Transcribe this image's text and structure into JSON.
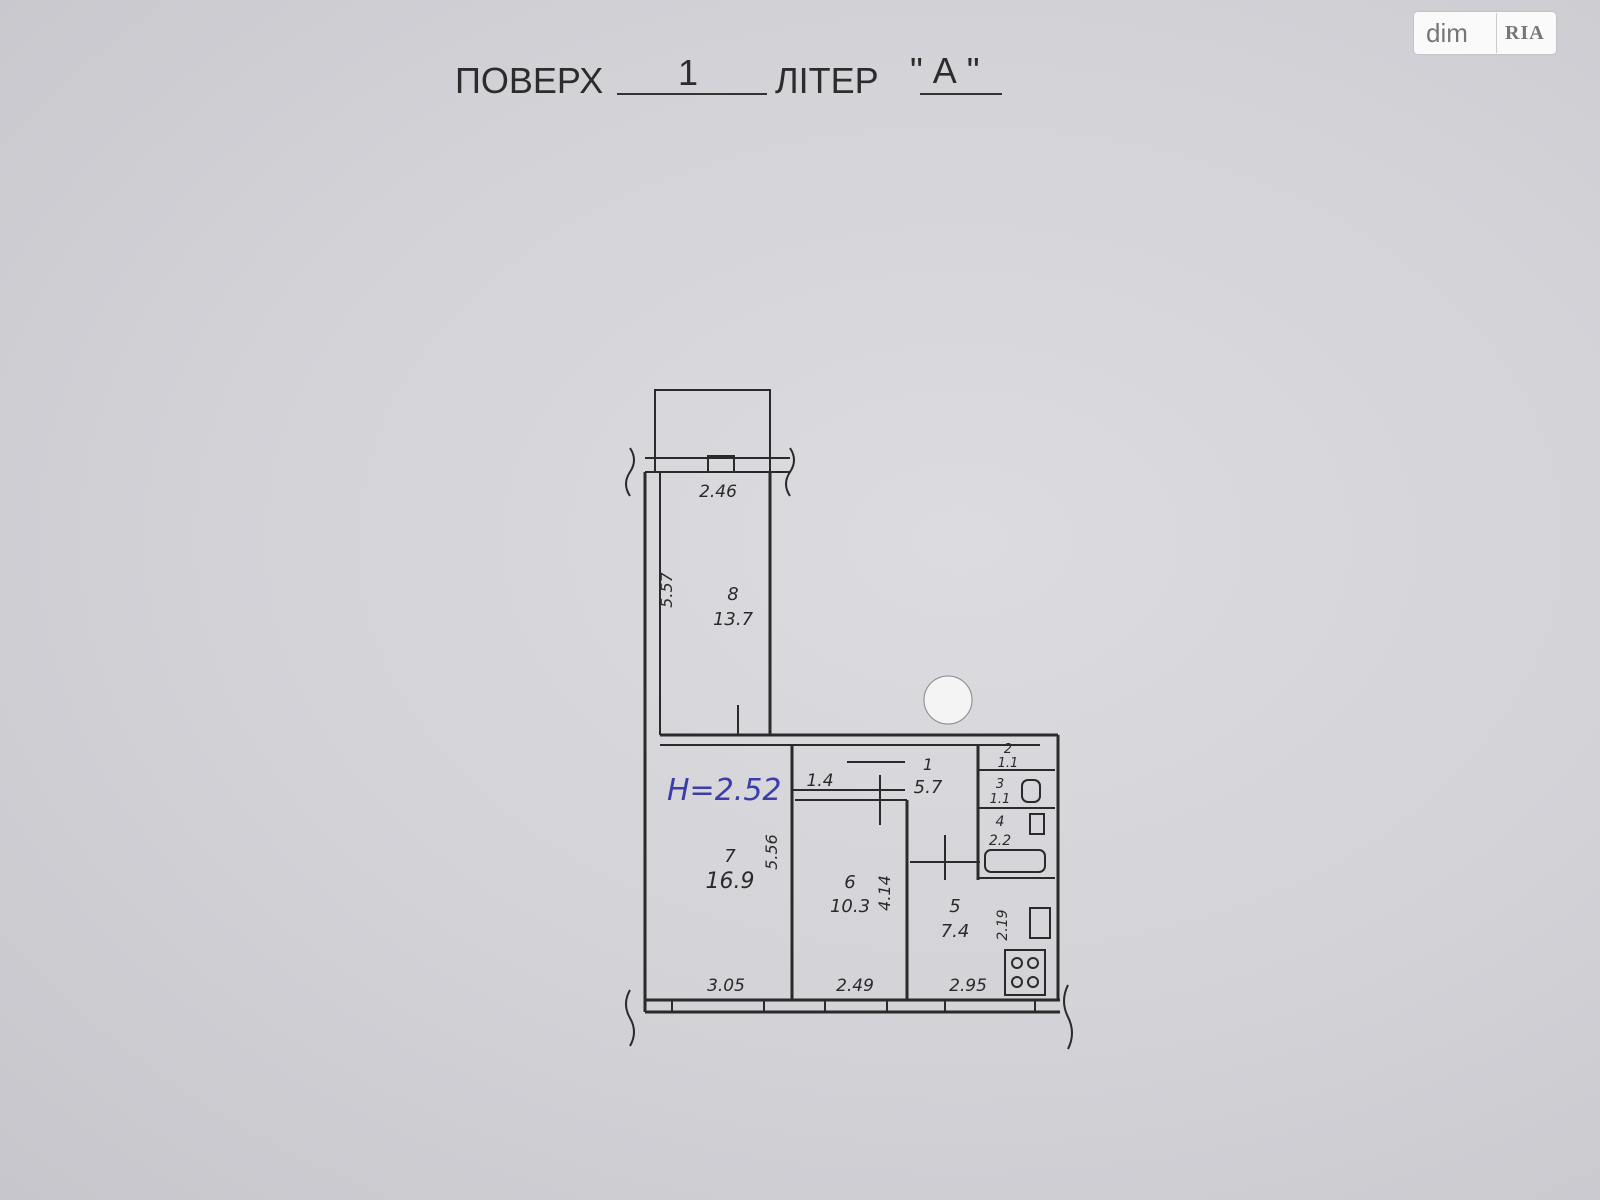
{
  "header": {
    "floor_label": "ПОВЕРХ",
    "floor_value": "1",
    "litera_label": "ЛІТЕР",
    "litera_value": "\" А \""
  },
  "watermark": {
    "left": "dim",
    "right": "RIA"
  },
  "plan": {
    "ceiling_height": "H=2.52",
    "rooms": [
      {
        "number": "8",
        "area": "13.7"
      },
      {
        "number": "7",
        "area": "16.9"
      },
      {
        "number": "6",
        "area": "10.3"
      },
      {
        "number": "5",
        "area": "7.4"
      },
      {
        "number": "1",
        "area": "5.7"
      },
      {
        "number": "2",
        "area": "1.1"
      },
      {
        "number": "3",
        "area": "1.1"
      },
      {
        "number": "4",
        "area": "2.2"
      },
      {
        "number": "",
        "area": "1.4"
      }
    ],
    "dimensions": [
      "2.46",
      "5.57",
      "5.56",
      "4.14",
      "2.19",
      "3.05",
      "2.49",
      "2.95"
    ]
  }
}
